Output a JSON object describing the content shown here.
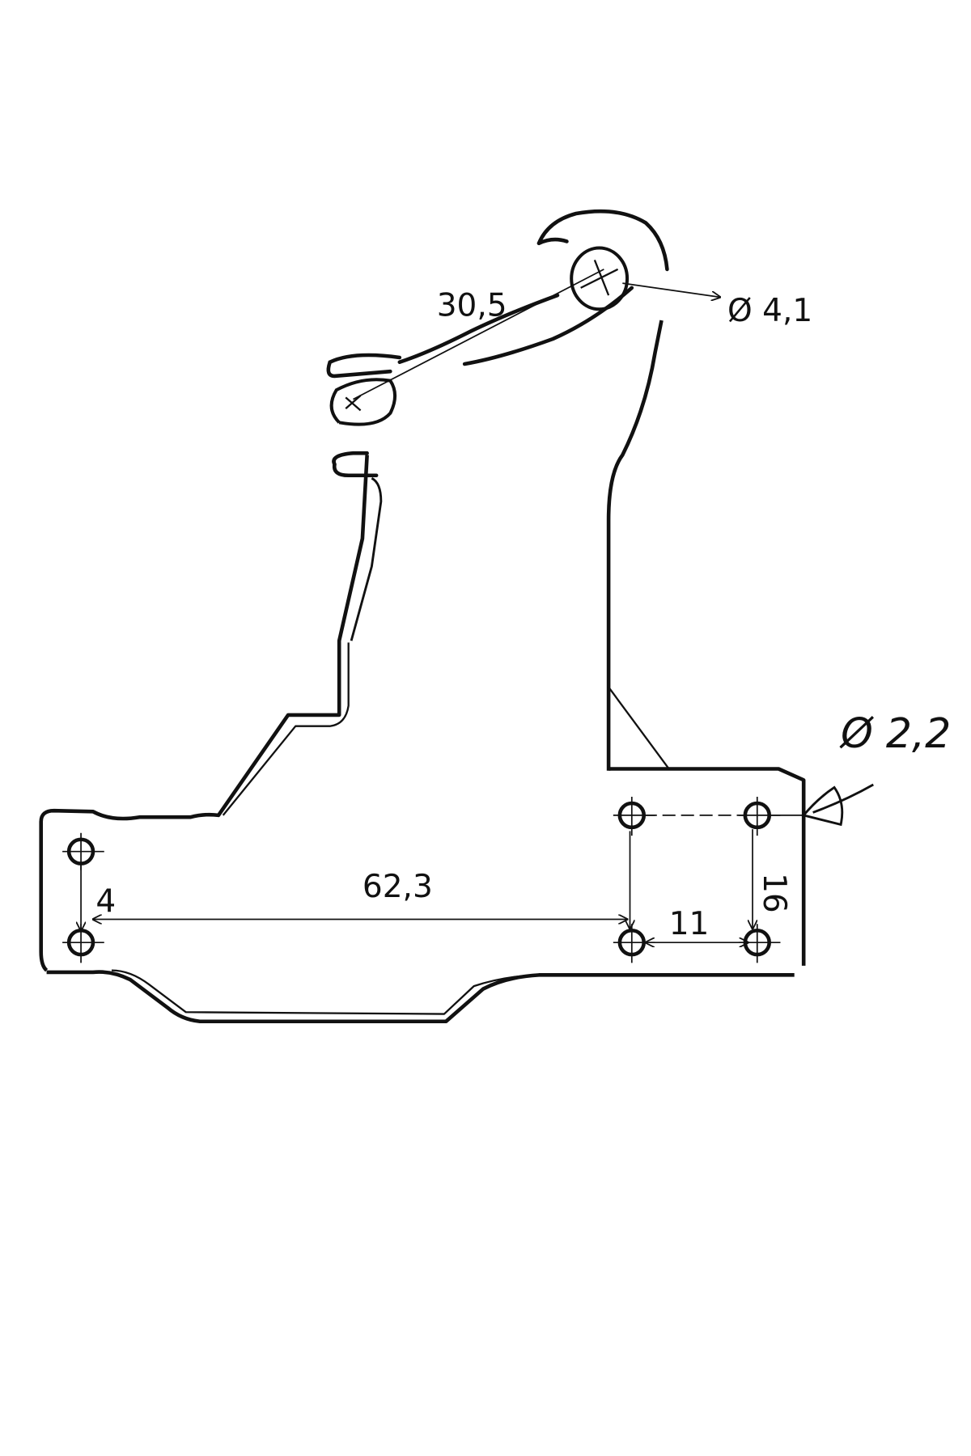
{
  "drawing": {
    "dimensions": {
      "hole_spacing_diagonal": "30,5",
      "large_hole_diameter": "Ø 4,1",
      "small_hole_diameter": "Ø 2,2",
      "horizontal_span": "62,3",
      "left_vertical": "4",
      "right_horizontal": "11",
      "right_vertical": "16"
    },
    "colors": {
      "ink": "#111111",
      "paper": "#ffffff"
    }
  }
}
